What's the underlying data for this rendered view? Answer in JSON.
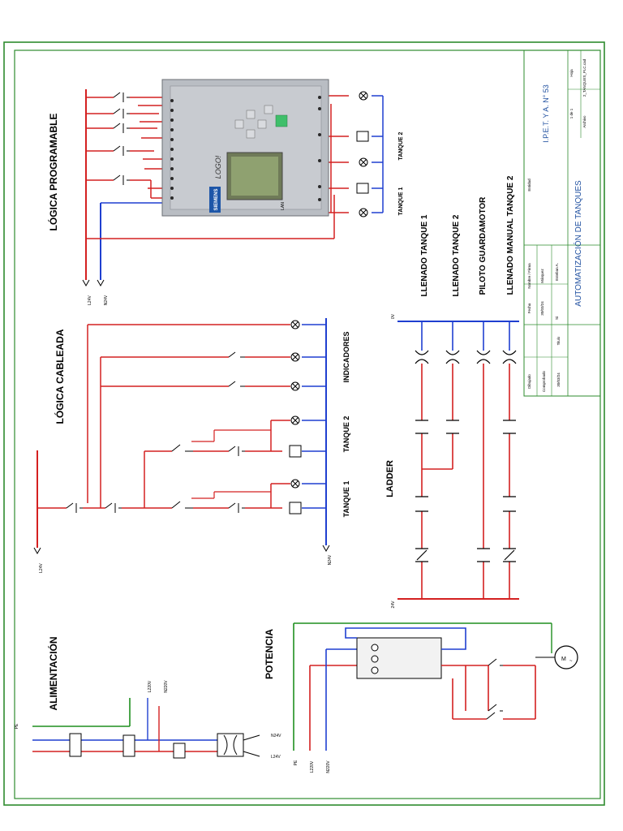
{
  "colors": {
    "frame": "#2e8b2e",
    "phase": "#d42020",
    "neutral": "#1f3fd0",
    "earth": "#1f8f1f",
    "ink": "#000000"
  },
  "titles": {
    "logica_programable": "LÓGICA PROGRAMABLE",
    "logica_cableada": "LÓGICA CABLEADA",
    "alimentacion": "ALIMENTACIÓN",
    "potencia": "POTENCIA",
    "ladder": "LADDER",
    "indicadores": "INDICADORES",
    "tanque1": "TANQUE 1",
    "tanque2": "TANQUE 2"
  },
  "plc": {
    "brand": "SIEMENS",
    "model": "LOGO!",
    "lan": "LAN"
  },
  "ladder_rungs": [
    "LLENADO TANQUE 1",
    "LLENADO TANQUE 2",
    "PILOTO GUARDAMOTOR",
    "LLENADO MANUAL TANQUE 2"
  ],
  "supply_labels": {
    "l24": "L24V",
    "n24": "N24V",
    "v24": "24V",
    "v0": "0V",
    "l220": "L220V",
    "n220": "N220V",
    "pe": "PE",
    "n24v": "N24V",
    "l24v": "L24V"
  },
  "title_block": {
    "school": "I.P.E.T. Y A. N° 53",
    "project": "AUTOMATIZACIÓN DE TANQUES",
    "labels": {
      "dibujado": "Dibujado",
      "comprobado": "Comprobado",
      "fecha": "Fecha",
      "nombre_firma": "Nombre / Firma",
      "titulo": "Titulo",
      "entidad": "Entidad",
      "archivo": "Archivo",
      "hoja": "Hoja"
    },
    "date1": "30/03/24",
    "author": "Márquez",
    "checker": "Esteban A.",
    "si": "Si",
    "date2": "30/03/24",
    "sheet": "1 de 1",
    "file": "2_TANQUES_PLC.cad"
  }
}
